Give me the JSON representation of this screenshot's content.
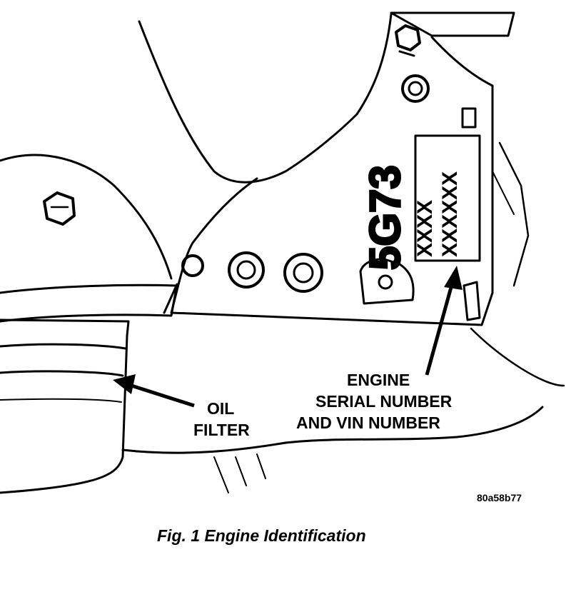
{
  "callouts": {
    "oil_filter_line1": "OIL",
    "oil_filter_line2": "FILTER",
    "engine_line1": "ENGINE",
    "engine_line2": "SERIAL NUMBER",
    "engine_line3": "AND VIN NUMBER"
  },
  "plate": {
    "line1": "XXXX",
    "line2": "XXXXXX"
  },
  "casting_mark": "5G73",
  "drawing_code": "80a58b77",
  "caption": "Fig. 1 Engine Identification"
}
